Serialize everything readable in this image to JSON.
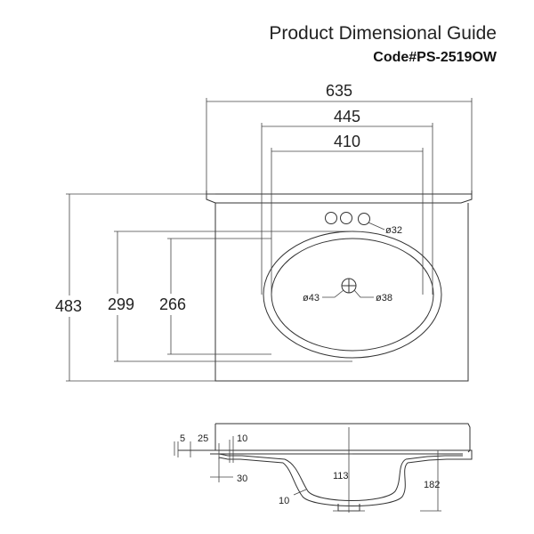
{
  "header": {
    "title": "Product Dimensional Guide",
    "code": "Code#PS-2519OW"
  },
  "plan_dimensions": {
    "overall_width": "635",
    "bowl_outer_width": "445",
    "bowl_inner_width": "410",
    "overall_depth": "483",
    "bowl_outer_depth": "299",
    "bowl_inner_depth": "266",
    "faucet_hole": "ø32",
    "drain_left": "ø43",
    "drain_right": "ø38"
  },
  "section_dimensions": {
    "d5": "5",
    "d25": "25",
    "d10_top": "10",
    "d30": "30",
    "d113": "113",
    "d182": "182",
    "d10_bottom": "10"
  }
}
